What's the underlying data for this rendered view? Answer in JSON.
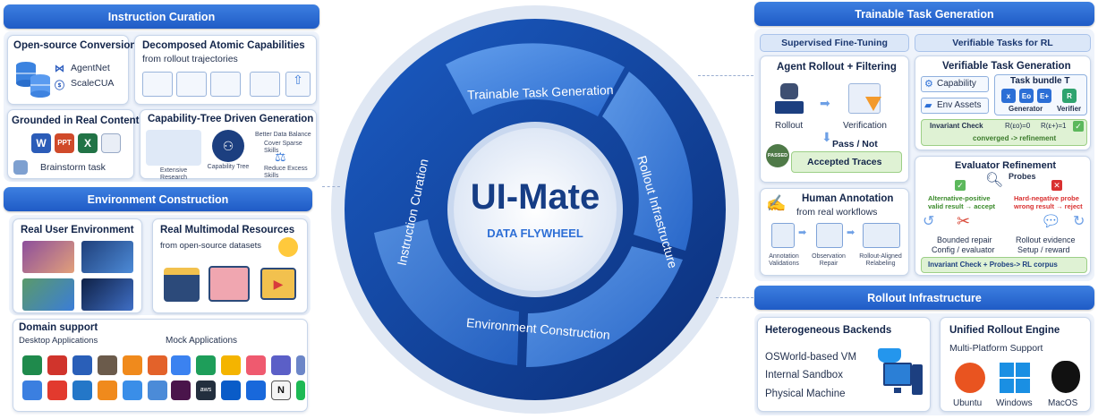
{
  "left": {
    "curation_header": "Instruction Curation",
    "open_source": {
      "title": "Open-source Conversion",
      "items": [
        "AgentNet",
        "ScaleCUA"
      ]
    },
    "decomposed": {
      "title": "Decomposed Atomic Capabilities",
      "subtitle": "from rollout trajectories"
    },
    "grounded": {
      "title": "Grounded in Real Content",
      "caption": "Brainstorm task"
    },
    "cap_tree": {
      "title": "Capability-Tree Driven Generation",
      "node": "Capability Tree",
      "labels": [
        "Better Data Balance",
        "Cover Sparse Skills",
        "Reduce Excess Skills",
        "Extensive Research"
      ]
    },
    "env_header": "Environment Construction",
    "real_env": {
      "title": "Real User Environment"
    },
    "multimodal": {
      "title": "Real Multimodal Resources",
      "subtitle": "from open-source datasets"
    },
    "domain": {
      "title": "Domain support",
      "desktop": "Desktop Applications",
      "mock": "Mock Applications"
    }
  },
  "center": {
    "title": "UI-Mate",
    "subtitle": "DATA FLYWHEEL",
    "seg_top": "Trainable Task Generation",
    "seg_right": "Rollout Infrastructure",
    "seg_bottom": "Environment Construction",
    "seg_left": "Instruction Curation"
  },
  "right": {
    "trainable_header": "Trainable Task Generation",
    "sft": {
      "header": "Supervised Fine-Tuning",
      "agent_title": "Agent Rollout + Filtering",
      "rollout": "Rollout",
      "verification": "Verification",
      "pass_not": "Pass / Not",
      "accepted": "Accepted Traces",
      "passed_badge": "PASSED"
    },
    "human": {
      "title": "Human Annotation",
      "subtitle": "from real workflows",
      "steps": [
        "Annotation Validations",
        "Observation Repair",
        "Rollout-Aligned Relabeling"
      ]
    },
    "verifiable": {
      "header": "Verifiable Tasks for RL",
      "title": "Verifiable Task Generation",
      "capability": "Capability",
      "env_assets": "Env Assets",
      "bundle": "Task bundle T",
      "bundle_items": [
        "x",
        "Eo",
        "E+",
        "R"
      ],
      "generator": "Generator",
      "verifier": "Verifier",
      "invariant": "Invariant Check",
      "r0": "R(εo)=0",
      "r1": "R(ε+)=1",
      "converged": "converged -> refinement"
    },
    "evaluator": {
      "title": "Evaluator Refinement",
      "probes": "Probes",
      "alt_pos": "Alternative-positive",
      "alt_pos2": "valid result → accept",
      "hard_neg": "Hard-negative probe",
      "hard_neg2": "wrong result → reject",
      "repair": "Bounded repair",
      "repair2": "Config / evaluator",
      "evidence": "Rollout evidence",
      "evidence2": "Setup / reward",
      "footer": "Invariant Check + Probes-> RL corpus"
    },
    "rollout_header": "Rollout Infrastructure",
    "backends": {
      "title": "Heterogeneous Backends",
      "items": [
        "OSWorld-based VM",
        "Internal Sandbox",
        "Physical Machine"
      ]
    },
    "engine": {
      "title": "Unified Rollout Engine",
      "subtitle": "Multi-Platform Support",
      "os": [
        "Ubuntu",
        "Windows",
        "MacOS"
      ]
    }
  },
  "colors": {
    "header_blue": "#2563c8",
    "ring_dark": "#0f3a8c",
    "ring_light": "#4f8fe8",
    "accent_green": "#5cb85c",
    "accent_red": "#d93030"
  }
}
